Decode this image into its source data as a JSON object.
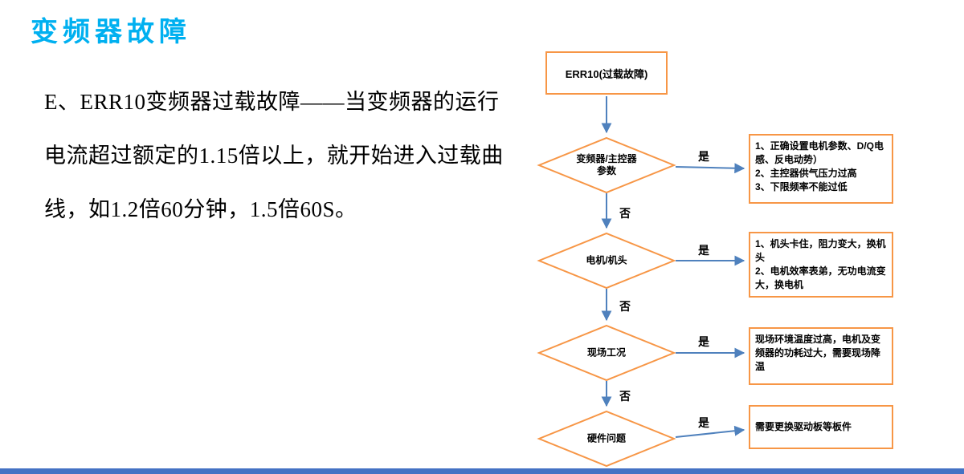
{
  "page": {
    "title": "变频器故障",
    "body_text": "E、ERR10变频器过载故障——当变频器的运行电流超过额定的1.15倍以上，就开始进入过载曲线，如1.2倍60分钟，1.5倍60S。"
  },
  "flowchart": {
    "start_label": "ERR10(过载故障)",
    "yes_label": "是",
    "no_label": "否",
    "steps": [
      {
        "condition": "变频器/主控器参数",
        "result": "1、正确设置电机参数、D/Q电感、反电动势）\n2、主控器供气压力过高\n3、下限频率不能过低"
      },
      {
        "condition": "电机/机头",
        "result": "1、机头卡住，阻力变大，换机头\n2、电机效率表弟，无功电流变大，换电机"
      },
      {
        "condition": "现场工况",
        "result": "现场环境温度过高，电机及变频器的功耗过大，需要现场降温"
      },
      {
        "condition": "硬件问题",
        "result": "需要更换驱动板等板件"
      }
    ]
  },
  "colors": {
    "title_accent": "#00b0f0",
    "shape_border": "#f79646",
    "connector": "#4f81bd",
    "bottom_bar": "#4472c4",
    "text": "#000000",
    "background": "#ffffff"
  }
}
